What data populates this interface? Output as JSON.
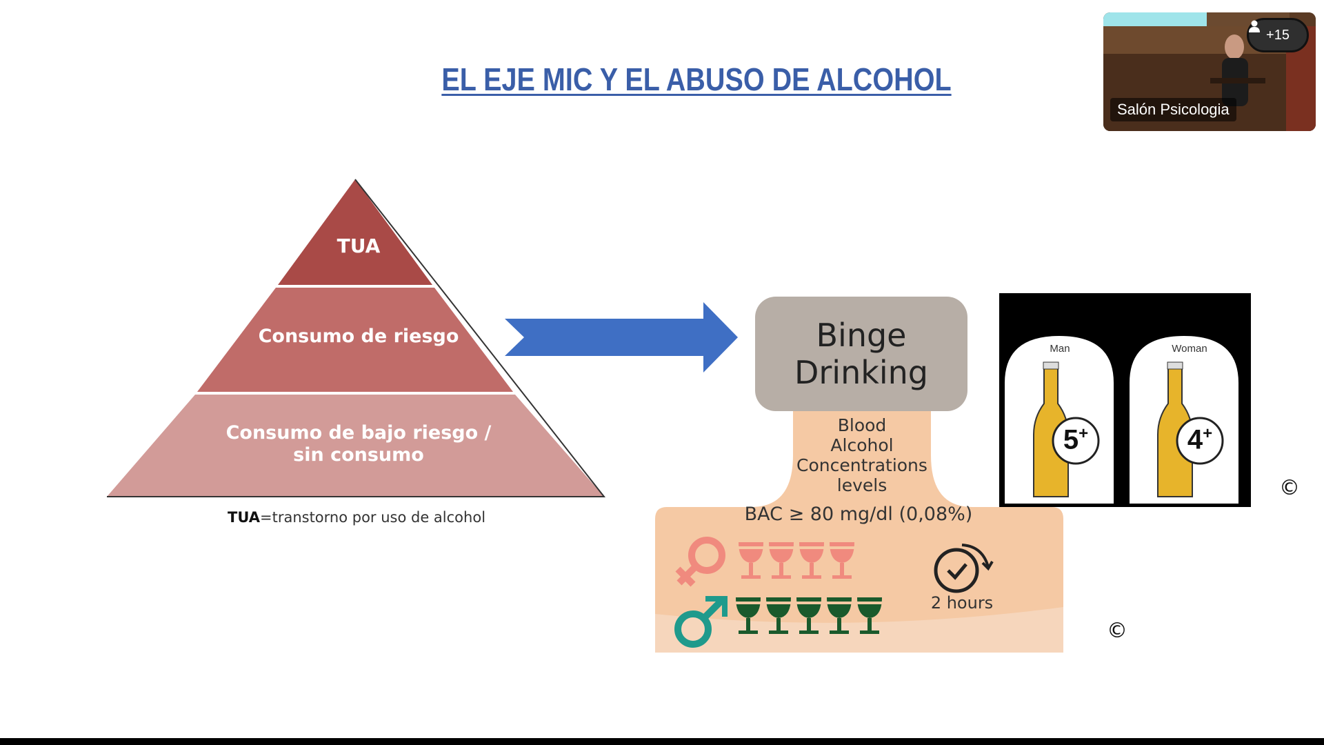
{
  "slide": {
    "title": "EL EJE MIC Y EL ABUSO DE ALCOHOL"
  },
  "pyramid": {
    "levels": [
      {
        "label": "TUA",
        "color": "#a94a47"
      },
      {
        "label": "Consumo de riesgo",
        "color": "#c06c69"
      },
      {
        "label_line1": "Consumo de bajo riesgo /",
        "label_line2": "sin consumo",
        "color": "#d29b98"
      }
    ],
    "caption_bold": "TUA",
    "caption_rest": "=transtorno por uso de alcohol"
  },
  "arrow": {
    "color": "#3f6fc4"
  },
  "binge": {
    "title_line1": "Binge",
    "title_line2": "Drinking",
    "bac_lines": [
      "Blood",
      "Alcohol",
      "Concentrations",
      "levels"
    ],
    "threshold": "BAC ≥ 80 mg/dl (0,08%)",
    "duration": "2 hours",
    "female_glasses": 4,
    "male_glasses": 5,
    "female_color": "#f08a7e",
    "male_color": "#1a5a2c",
    "male_symbol_color": "#1f9a8c"
  },
  "bottles": {
    "man_label": "Man",
    "man_count": "5",
    "woman_label": "Woman",
    "woman_count": "4",
    "plus": "+"
  },
  "copyright": "©",
  "video": {
    "participant_count": "+15",
    "label": "Salón Psicologia",
    "person_icon": "person-icon"
  }
}
